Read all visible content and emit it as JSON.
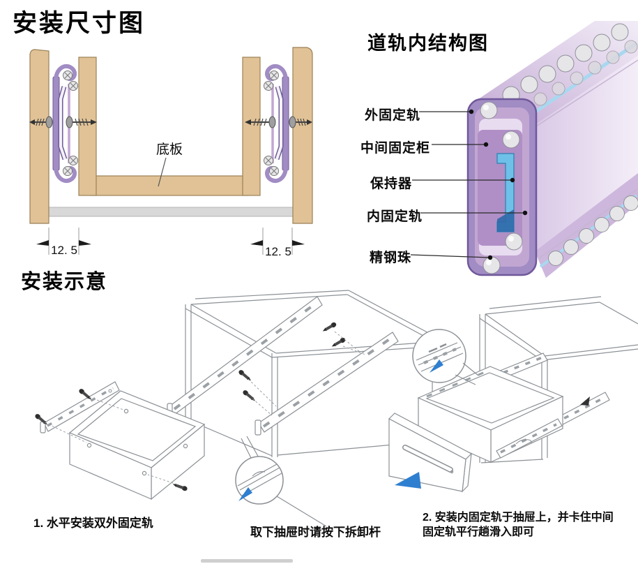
{
  "colors": {
    "wood": "#e0c296",
    "wood_stroke": "#9a8156",
    "rail_purple": "#a18cc4",
    "rail_purple_dark": "#6f5b96",
    "rail_purple_mid": "#c2a6d2",
    "rail_lavender": "#e8dcf0",
    "rail_blue": "#6fc0e8",
    "rail_blue_dark": "#2e68a8",
    "accent_blue": "#2f7fd0",
    "ball": "#e6e6e8",
    "ball_stroke": "#90909a",
    "line_art": "#8b9095",
    "slot": "#9aa0a5",
    "strip_gray": "#d8d8d8",
    "screw_gray": "#9f9f9f",
    "ink": "#111111"
  },
  "dimension_diagram": {
    "title": "安装尺寸图",
    "bottom_board_label": "底板",
    "dim_left": "12. 5",
    "dim_right": "12. 5"
  },
  "structure_diagram": {
    "title": "道轨内结构图",
    "labels": [
      {
        "text": "外固定轨"
      },
      {
        "text": "中间固定柜"
      },
      {
        "text": "保持器"
      },
      {
        "text": "内固定轨"
      },
      {
        "text": "精钢珠"
      }
    ]
  },
  "install_diagram": {
    "title": "安装示意",
    "step1_caption": "1. 水平安装双外固定轨",
    "lever_caption": "取下抽屉时请按下拆卸杆",
    "step2_line1": "2. 安装内固定轨于抽屉上，并卡住中间",
    "step2_line2": "固定轨平行趟滑入即可"
  }
}
